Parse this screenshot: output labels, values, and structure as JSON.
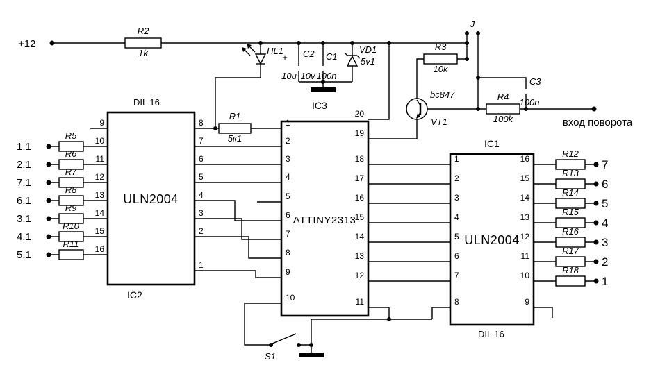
{
  "power_label": "+12",
  "turn_input_label": "вход поворота",
  "jumper": {
    "ref": "J"
  },
  "switch": {
    "ref": "S1"
  },
  "led": {
    "ref": "HL1"
  },
  "zener": {
    "ref": "VD1",
    "value": "5v1"
  },
  "transistor": {
    "ref": "VT1",
    "part": "bc847"
  },
  "capacitors": {
    "c1": {
      "ref": "C1",
      "value": "100n"
    },
    "c2": {
      "ref": "C2",
      "plus": "+",
      "value1": "10u",
      "value2": "10v"
    },
    "c3": {
      "ref": "C3",
      "value": "100n"
    }
  },
  "resistors": {
    "r1": {
      "ref": "R1",
      "value": "5к1"
    },
    "r2": {
      "ref": "R2",
      "value": "1k"
    },
    "r3": {
      "ref": "R3",
      "value": "10k"
    },
    "r4": {
      "ref": "R4",
      "value": "100k"
    },
    "r5": {
      "ref": "R5"
    },
    "r6": {
      "ref": "R6"
    },
    "r7": {
      "ref": "R7"
    },
    "r8": {
      "ref": "R8"
    },
    "r9": {
      "ref": "R9"
    },
    "r10": {
      "ref": "R10"
    },
    "r11": {
      "ref": "R11"
    },
    "r12": {
      "ref": "R12"
    },
    "r13": {
      "ref": "R13"
    },
    "r14": {
      "ref": "R14"
    },
    "r15": {
      "ref": "R15"
    },
    "r16": {
      "ref": "R16"
    },
    "r17": {
      "ref": "R17"
    },
    "r18": {
      "ref": "R18"
    }
  },
  "ics": {
    "ic2": {
      "ref": "IC2",
      "part": "ULN2004",
      "package": "DIL 16",
      "left_pins": [
        "9",
        "10",
        "11",
        "12",
        "13",
        "14",
        "15",
        "16"
      ],
      "right_pins": [
        "8",
        "7",
        "6",
        "5",
        "4",
        "3",
        "2",
        "1"
      ]
    },
    "ic3": {
      "ref": "IC3",
      "part": "ATTINY2313",
      "left_pins": [
        "1",
        "2",
        "3",
        "4",
        "5",
        "6",
        "7",
        "8",
        "9",
        "10"
      ],
      "right_pins": [
        "20",
        "19",
        "18",
        "17",
        "16",
        "15",
        "14",
        "13",
        "12",
        "11"
      ]
    },
    "ic1": {
      "ref": "IC1",
      "part": "ULN2004",
      "package": "DIL 16",
      "left_pins": [
        "1",
        "2",
        "3",
        "4",
        "5",
        "6",
        "7",
        "8"
      ],
      "right_pins": [
        "16",
        "15",
        "14",
        "13",
        "12",
        "11",
        "10",
        "9"
      ]
    }
  },
  "input_labels": [
    "1.1",
    "2.1",
    "7.1",
    "6.1",
    "3.1",
    "4.1",
    "5.1"
  ],
  "output_labels": [
    "7",
    "6",
    "5",
    "4",
    "3",
    "2",
    "1"
  ],
  "colors": {
    "wire": "#000000",
    "background": "#ffffff"
  }
}
